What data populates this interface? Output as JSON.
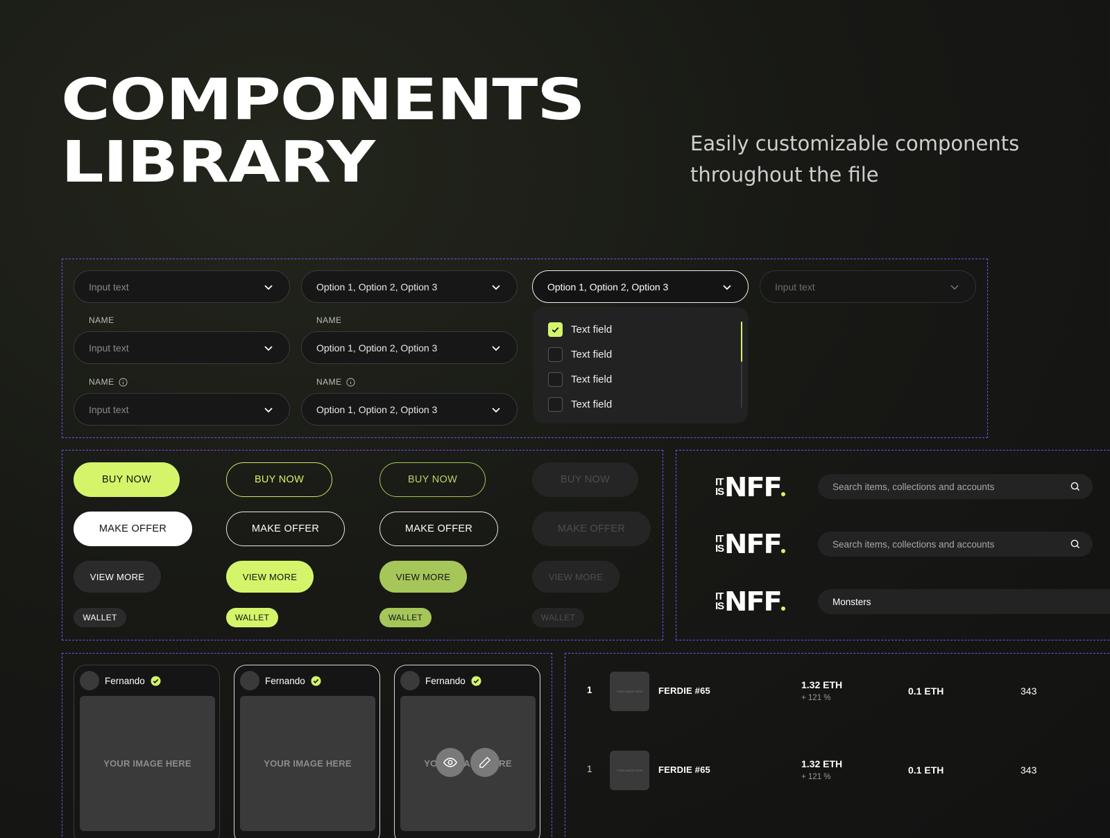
{
  "hero": {
    "title_line1": "COMPONENTS",
    "title_line2": "LIBRARY",
    "subtitle": "Easily customizable components throughout the file"
  },
  "forms": {
    "placeholder": "Input text",
    "selected_value": "Option 1, Option 2, Option 3",
    "label": "NAME",
    "menu_items": [
      {
        "label": "Text field",
        "checked": true
      },
      {
        "label": "Text field",
        "checked": false
      },
      {
        "label": "Text field",
        "checked": false
      },
      {
        "label": "Text field",
        "checked": false
      }
    ]
  },
  "buttons": {
    "buy_now": "BUY NOW",
    "make_offer": "MAKE OFFER",
    "view_more": "VIEW MORE",
    "wallet": "WALLET"
  },
  "header": {
    "logo_small_top": "IT",
    "logo_small_bottom": "IS",
    "logo_big": "NFF",
    "search_placeholder": "Search items, collections and accounts",
    "search_value": "Monsters"
  },
  "cards": {
    "creator": "Fernando",
    "image_placeholder": "YOUR IMAGE HERE"
  },
  "table": {
    "rows": [
      {
        "rank": "1",
        "thumb": "YOUR IMAGE HERE",
        "name": "FERDIE #65",
        "price": "1.32 ETH",
        "change": "+ 121 %",
        "floor": "0.1 ETH",
        "count": "343"
      },
      {
        "rank": "1",
        "thumb": "YOUR IMAGE HERE",
        "name": "FERDIE #65",
        "price": "1.32 ETH",
        "change": "+ 121 %",
        "floor": "0.1 ETH",
        "count": "343"
      }
    ]
  },
  "colors": {
    "accent": "#d4f56a",
    "frame": "#7a4ff0",
    "background": "#141414"
  },
  "icons": [
    "chevron-down-icon",
    "info-icon",
    "check-icon",
    "search-icon",
    "verified-icon",
    "eye-icon",
    "pencil-icon"
  ]
}
